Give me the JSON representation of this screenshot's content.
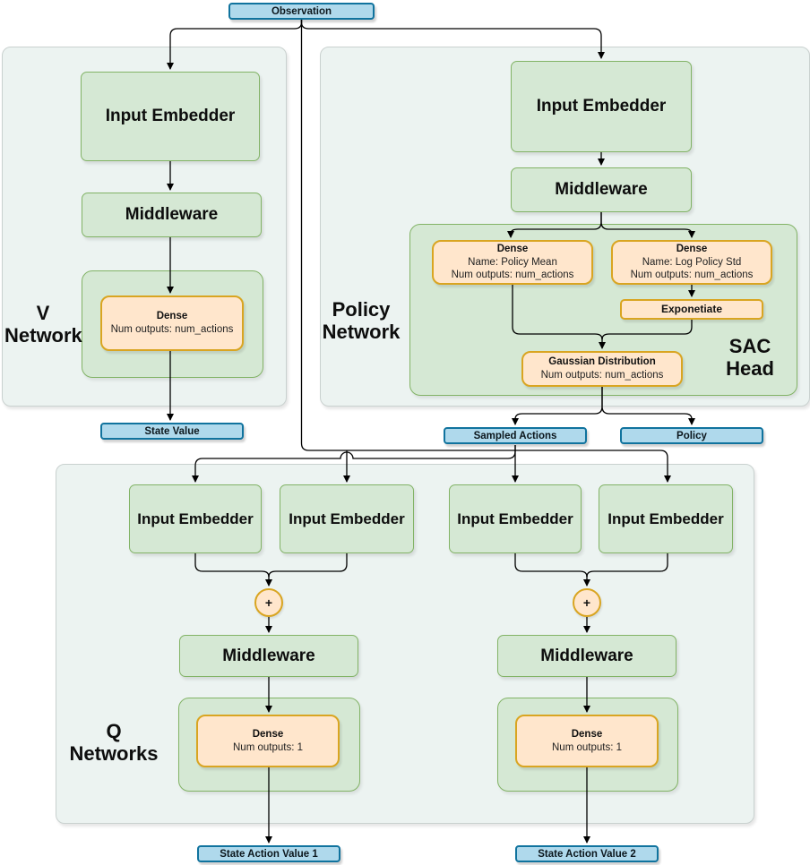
{
  "palette": {
    "blue_fill": "#AFD9EC",
    "blue_stroke": "#10739E",
    "green_fill": "#D5E8D4",
    "green_stroke": "#82B366",
    "orange_fill": "#FFE6CC",
    "orange_stroke": "#D9A521",
    "container_fill": "#ECF3F1",
    "container_stroke": "#C9D1CF",
    "edge_color": "#000000"
  },
  "observation": {
    "label": "Observation"
  },
  "v_network": {
    "title": "V Network",
    "input_embedder": "Input Embedder",
    "middleware": "Middleware",
    "dense": {
      "title": "Dense",
      "detail": "Num outputs: num_actions"
    },
    "output": "State Value"
  },
  "policy_network": {
    "title": "Policy Network",
    "input_embedder": "Input Embedder",
    "middleware": "Middleware",
    "sac_head": {
      "title": "SAC Head",
      "dense_mean": {
        "title": "Dense",
        "name_line": "Name: Policy Mean",
        "outputs_line": "Num outputs: num_actions"
      },
      "dense_std": {
        "title": "Dense",
        "name_line": "Name: Log Policy Std",
        "outputs_line": "Num outputs: num_actions"
      },
      "exponentiate": "Exponetiate",
      "gaussian": {
        "title": "Gaussian Distribution",
        "detail": "Num outputs: num_actions"
      }
    },
    "outputs": {
      "sampled_actions": "Sampled Actions",
      "policy": "Policy"
    }
  },
  "q_networks": {
    "title": "Q Networks",
    "input_embedder": "Input Embedder",
    "plus": "+",
    "middleware": "Middleware",
    "dense": {
      "title": "Dense",
      "detail": "Num outputs: 1"
    },
    "output_1": "State Action Value 1",
    "output_2": "State Action Value 2"
  }
}
